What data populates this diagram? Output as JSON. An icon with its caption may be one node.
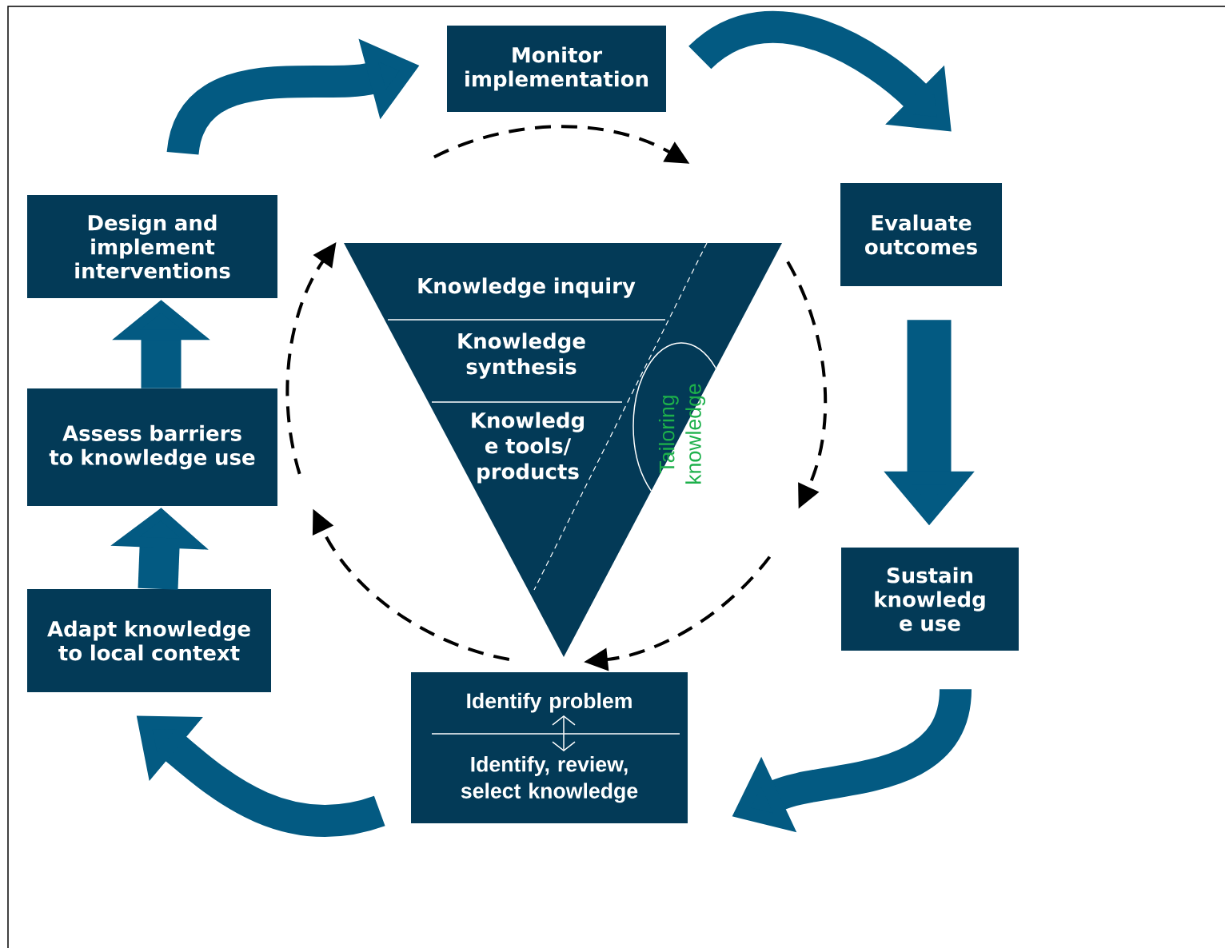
{
  "diagram": {
    "nodes": [
      {
        "text": [
          "Monitor implementation"
        ]
      },
      {
        "text": [
          "Evaluate outcomes"
        ]
      },
      {
        "text": [
          "Sustain knowledg e use"
        ]
      },
      {
        "text": [
          "Identify problem",
          "Identify, review, select knowledge"
        ]
      },
      {
        "text": [
          "Adapt knowledge to local context"
        ]
      },
      {
        "text": [
          "Assess barriers to knowledge use"
        ]
      },
      {
        "text": [
          "Design and implement interventions"
        ]
      },
      {
        "text": [],
        "shape": "triangle"
      },
      {
        "text": [
          "Knowledge inquiry"
        ],
        "in": 7
      },
      {
        "text": [
          "Knowledge synthesis"
        ],
        "in": 7
      },
      {
        "text": [
          "Knowledg e tools/ products"
        ],
        "in": 7
      },
      {
        "text": [
          "Tailoring knowledge"
        ],
        "in": 7
      }
    ],
    "edges": [
      {
        "from": 0,
        "to": 1,
        "arrow": "to"
      },
      {
        "from": 1,
        "to": 2,
        "arrow": "to"
      },
      {
        "from": 2,
        "to": 3,
        "arrow": "to"
      },
      {
        "from": 3,
        "to": 4,
        "arrow": "to"
      },
      {
        "from": 4,
        "to": 5,
        "arrow": "to"
      },
      {
        "from": 5,
        "to": 6,
        "arrow": "to"
      },
      {
        "from": 6,
        "to": 0,
        "arrow": "to"
      }
    ]
  }
}
